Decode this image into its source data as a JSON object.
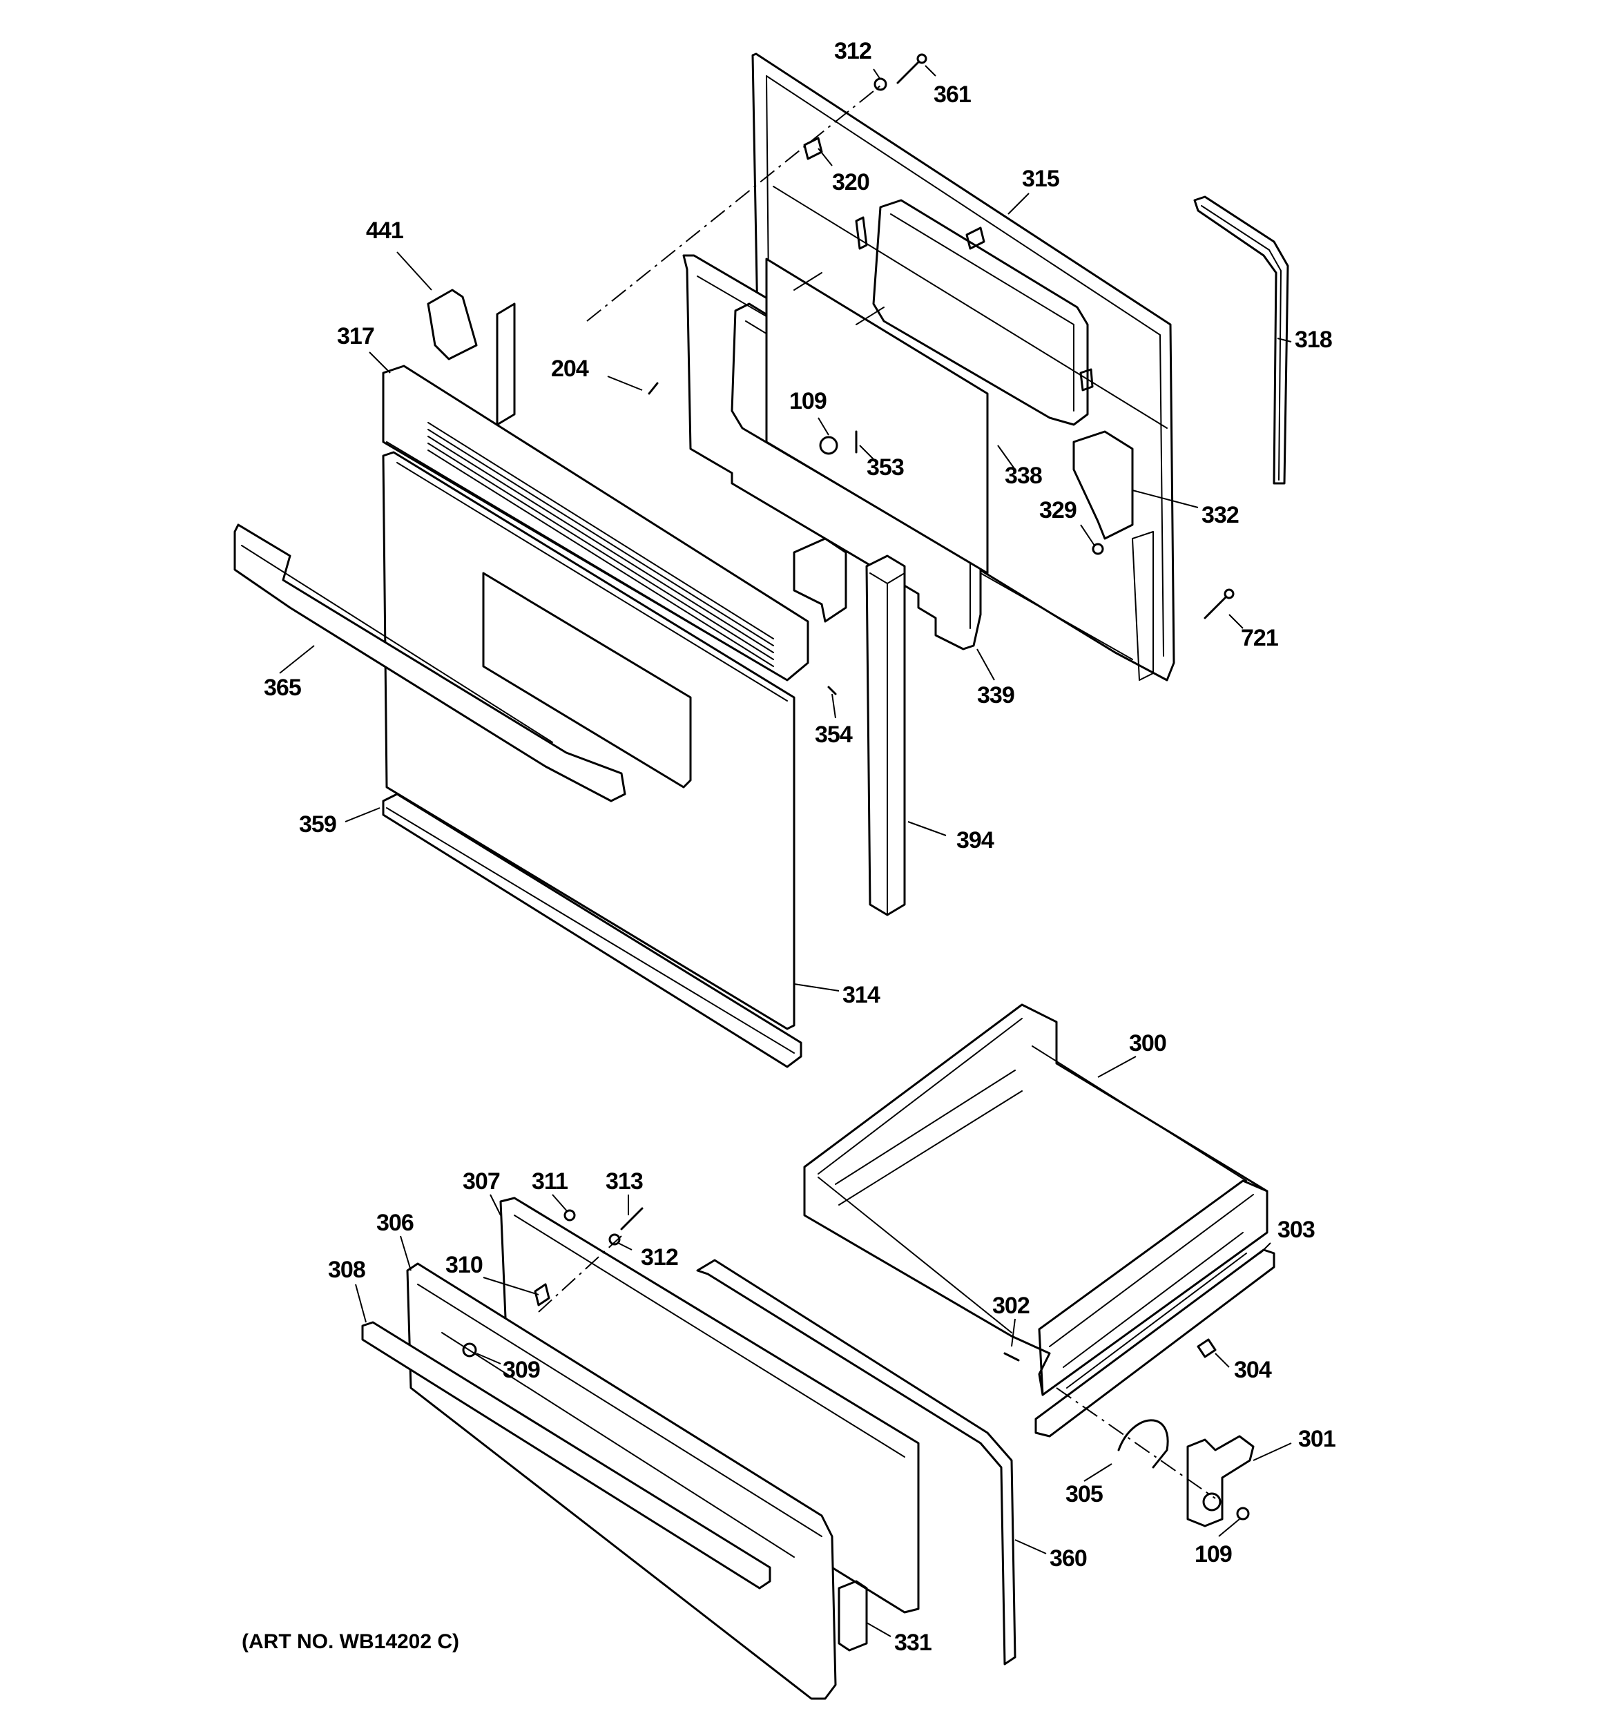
{
  "art_number": "(ART NO. WB14202 C)",
  "callouts": [
    {
      "id": "p312a",
      "text": "312"
    },
    {
      "id": "p361",
      "text": "361"
    },
    {
      "id": "p320",
      "text": "320"
    },
    {
      "id": "p315",
      "text": "315"
    },
    {
      "id": "p441",
      "text": "441"
    },
    {
      "id": "p318",
      "text": "318"
    },
    {
      "id": "p317",
      "text": "317"
    },
    {
      "id": "p204",
      "text": "204"
    },
    {
      "id": "p109a",
      "text": "109"
    },
    {
      "id": "p353",
      "text": "353"
    },
    {
      "id": "p338",
      "text": "338"
    },
    {
      "id": "p332",
      "text": "332"
    },
    {
      "id": "p329",
      "text": "329"
    },
    {
      "id": "p721",
      "text": "721"
    },
    {
      "id": "p339",
      "text": "339"
    },
    {
      "id": "p365",
      "text": "365"
    },
    {
      "id": "p354",
      "text": "354"
    },
    {
      "id": "p359",
      "text": "359"
    },
    {
      "id": "p394",
      "text": "394"
    },
    {
      "id": "p314",
      "text": "314"
    },
    {
      "id": "p300",
      "text": "300"
    },
    {
      "id": "p307",
      "text": "307"
    },
    {
      "id": "p311",
      "text": "311"
    },
    {
      "id": "p313",
      "text": "313"
    },
    {
      "id": "p306",
      "text": "306"
    },
    {
      "id": "p312b",
      "text": "312"
    },
    {
      "id": "p303",
      "text": "303"
    },
    {
      "id": "p308",
      "text": "308"
    },
    {
      "id": "p310",
      "text": "310"
    },
    {
      "id": "p302",
      "text": "302"
    },
    {
      "id": "p309",
      "text": "309"
    },
    {
      "id": "p304",
      "text": "304"
    },
    {
      "id": "p301",
      "text": "301"
    },
    {
      "id": "p305",
      "text": "305"
    },
    {
      "id": "p360",
      "text": "360"
    },
    {
      "id": "p109b",
      "text": "109"
    },
    {
      "id": "p331",
      "text": "331"
    }
  ]
}
